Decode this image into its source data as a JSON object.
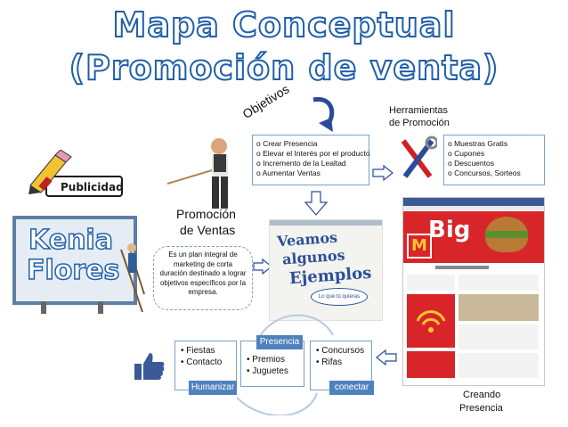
{
  "title": {
    "line1": "Mapa Conceptual",
    "line2": "(Promoción de venta)"
  },
  "logo": {
    "label": "Publicidad"
  },
  "billboard": {
    "line1": "Kenia",
    "line2": "Flores"
  },
  "objetivos": {
    "heading": "Objetivos",
    "items": [
      "o Crear Presencia",
      "o Elevar el Interés por el producto",
      "o Incremento de la Lealtad",
      "o Aumentar Ventas"
    ]
  },
  "herramientas": {
    "heading_line1": "Herramientas",
    "heading_line2": "de Promoción",
    "items": [
      "o Muestras Gratis",
      "o Cupones",
      "o Descuentos",
      "o Concursos, Sorteos"
    ]
  },
  "promocion": {
    "title_line1": "Promoción",
    "title_line2": "de Ventas",
    "description": "Es un plan integral de marketing de corta duración destinado a lograr objetivos específicos por la empresa."
  },
  "ejemplos": {
    "line1": "Veamos",
    "line2": "algunos",
    "line3": "Ejemplos",
    "bubble": "Lo que tú quieras"
  },
  "cycle": {
    "left": {
      "items": [
        "• Fiestas",
        "• Contacto"
      ],
      "label": "Humanizar"
    },
    "middle": {
      "items": [
        "• Premios",
        "• Juguetes"
      ],
      "label": "Presencia"
    },
    "right": {
      "items": [
        "• Concursos",
        "• Rifas"
      ],
      "label": "conectar"
    }
  },
  "facebook": {
    "big_text": "Big"
  },
  "creando": {
    "line1": "Creando",
    "line2": "Presencia"
  },
  "colors": {
    "title_stroke": "#1f5fa8",
    "label_blue": "#4f81bd",
    "box_border": "#7aa0c8"
  }
}
